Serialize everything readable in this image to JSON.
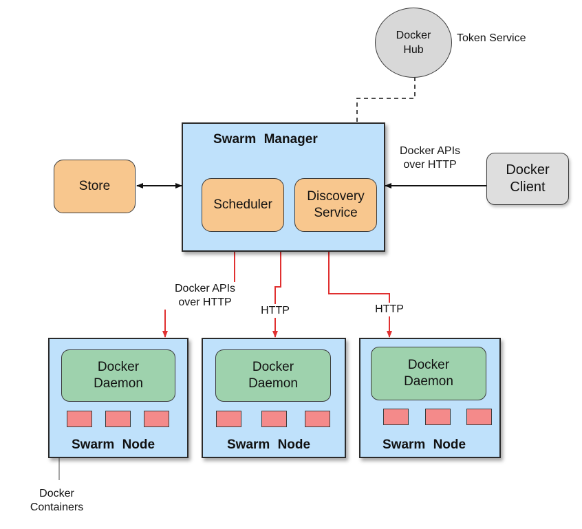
{
  "hub": {
    "label": "Docker\nHub",
    "note": "Token Service"
  },
  "manager": {
    "title": "Swarm  Manager",
    "scheduler": "Scheduler",
    "discovery": "Discovery\nService"
  },
  "store": {
    "label": "Store"
  },
  "client": {
    "label": "Docker\nClient",
    "api_label": "Docker APIs\nover HTTP"
  },
  "links": {
    "node1": "Docker APIs\nover HTTP",
    "node2": "HTTP",
    "node3": "HTTP"
  },
  "nodes": [
    {
      "daemon": "Docker\nDaemon",
      "title": "Swarm  Node"
    },
    {
      "daemon": "Docker\nDaemon",
      "title": "Swarm  Node"
    },
    {
      "daemon": "Docker\nDaemon",
      "title": "Swarm  Node"
    }
  ],
  "containers_label": "Docker\nContainers",
  "colors": {
    "manager": "#bfe1fb",
    "component": "#f8c78e",
    "daemon": "#9ed2ad",
    "container": "#f48a8a",
    "link": "#e03030"
  }
}
